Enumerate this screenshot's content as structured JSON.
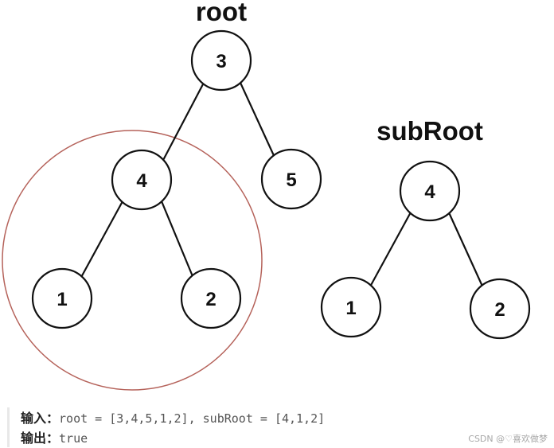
{
  "diagram": {
    "trees": [
      {
        "title": "root",
        "nodes": [
          {
            "id": "r3",
            "label": "3"
          },
          {
            "id": "r4",
            "label": "4"
          },
          {
            "id": "r5",
            "label": "5"
          },
          {
            "id": "r1",
            "label": "1"
          },
          {
            "id": "r2",
            "label": "2"
          }
        ],
        "edges": [
          [
            "r3",
            "r4"
          ],
          [
            "r3",
            "r5"
          ],
          [
            "r4",
            "r1"
          ],
          [
            "r4",
            "r2"
          ]
        ]
      },
      {
        "title": "subRoot",
        "nodes": [
          {
            "id": "s4",
            "label": "4"
          },
          {
            "id": "s1",
            "label": "1"
          },
          {
            "id": "s2",
            "label": "2"
          }
        ],
        "edges": [
          [
            "s4",
            "s1"
          ],
          [
            "s4",
            "s2"
          ]
        ]
      }
    ],
    "highlight_color": "#b5625a"
  },
  "example": {
    "input_label": "输入：",
    "input_value": "root = [3,4,5,1,2], subRoot = [4,1,2]",
    "output_label": "输出：",
    "output_value": "true"
  },
  "watermark": "CSDN @♡喜欢做梦"
}
